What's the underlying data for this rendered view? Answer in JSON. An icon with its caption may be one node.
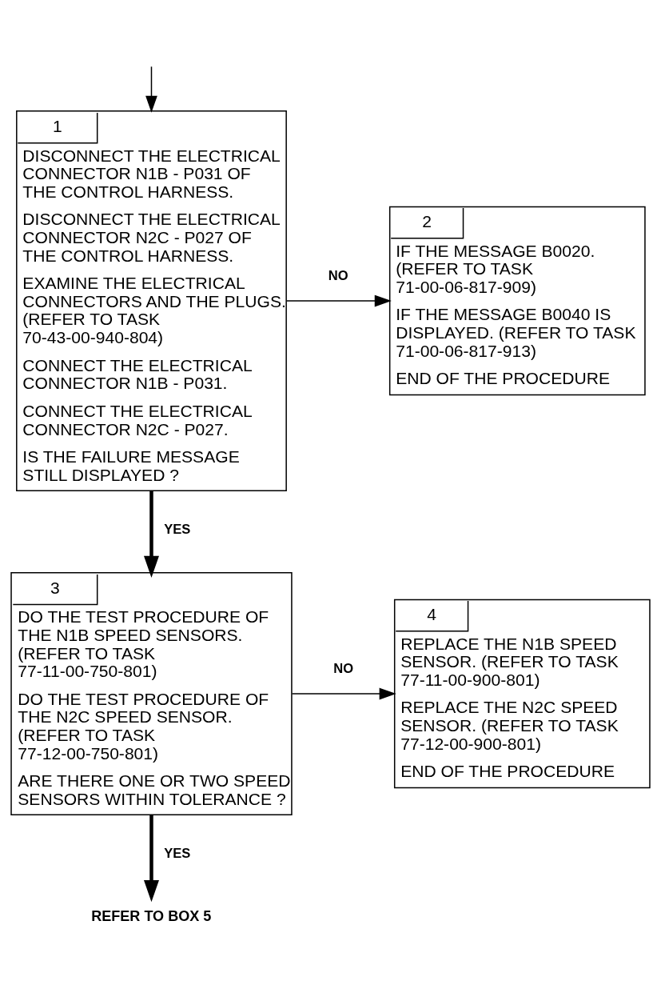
{
  "diagram": {
    "nodes": [
      {
        "text": [
          "1",
          "DISCONNECT THE ELECTRICAL CONNECTOR N1B - P031 OF THE CONTROL HARNESS.",
          "DISCONNECT THE ELECTRICAL CONNECTOR N2C - P027 OF THE CONTROL HARNESS.",
          "EXAMINE THE ELECTRICAL CONNECTORS AND THE PLUGS. (REFER TO TASK 70-43-00-940-804)",
          "CONNECT THE ELECTRICAL CONNECTOR N1B - P031.",
          "CONNECT THE ELECTRICAL CONNECTOR N2C - P027.",
          "IS THE FAILURE MESSAGE STILL DISPLAYED ?"
        ]
      },
      {
        "text": [
          "2",
          "IF THE MESSAGE B0020. (REFER TO TASK 71-00-06-817-909)",
          "IF THE MESSAGE B0040 IS DISPLAYED. (REFER TO TASK 71-00-06-817-913)",
          "END OF THE PROCEDURE"
        ]
      },
      {
        "text": [
          "3",
          "DO THE TEST PROCEDURE OF THE N1B SPEED SENSORS. (REFER TO TASK 77-11-00-750-801)",
          "DO THE TEST PROCEDURE OF THE N2C SPEED SENSOR. (REFER TO TASK 77-12-00-750-801)",
          "ARE THERE ONE OR TWO SPEED SENSORS WITHIN TOLERANCE ?"
        ]
      },
      {
        "text": [
          "4",
          "REPLACE THE N1B SPEED SENSOR. (REFER TO TASK 77-11-00-900-801)",
          "REPLACE THE N2C SPEED SENSOR. (REFER TO TASK 77-12-00-900-801)",
          "END OF THE PROCEDURE"
        ]
      },
      {
        "text": [
          "REFER TO BOX 5"
        ]
      }
    ],
    "edges": [
      {
        "from": null,
        "to": 0,
        "arrow": "to"
      },
      {
        "from": 0,
        "to": 1,
        "arrow": "to",
        "label": "NO"
      },
      {
        "from": 0,
        "to": 2,
        "arrow": "to",
        "label": "YES",
        "style": "thick"
      },
      {
        "from": 2,
        "to": 3,
        "arrow": "to",
        "label": "NO"
      },
      {
        "from": 2,
        "to": 4,
        "arrow": "to",
        "label": "YES",
        "style": "thick"
      }
    ]
  }
}
